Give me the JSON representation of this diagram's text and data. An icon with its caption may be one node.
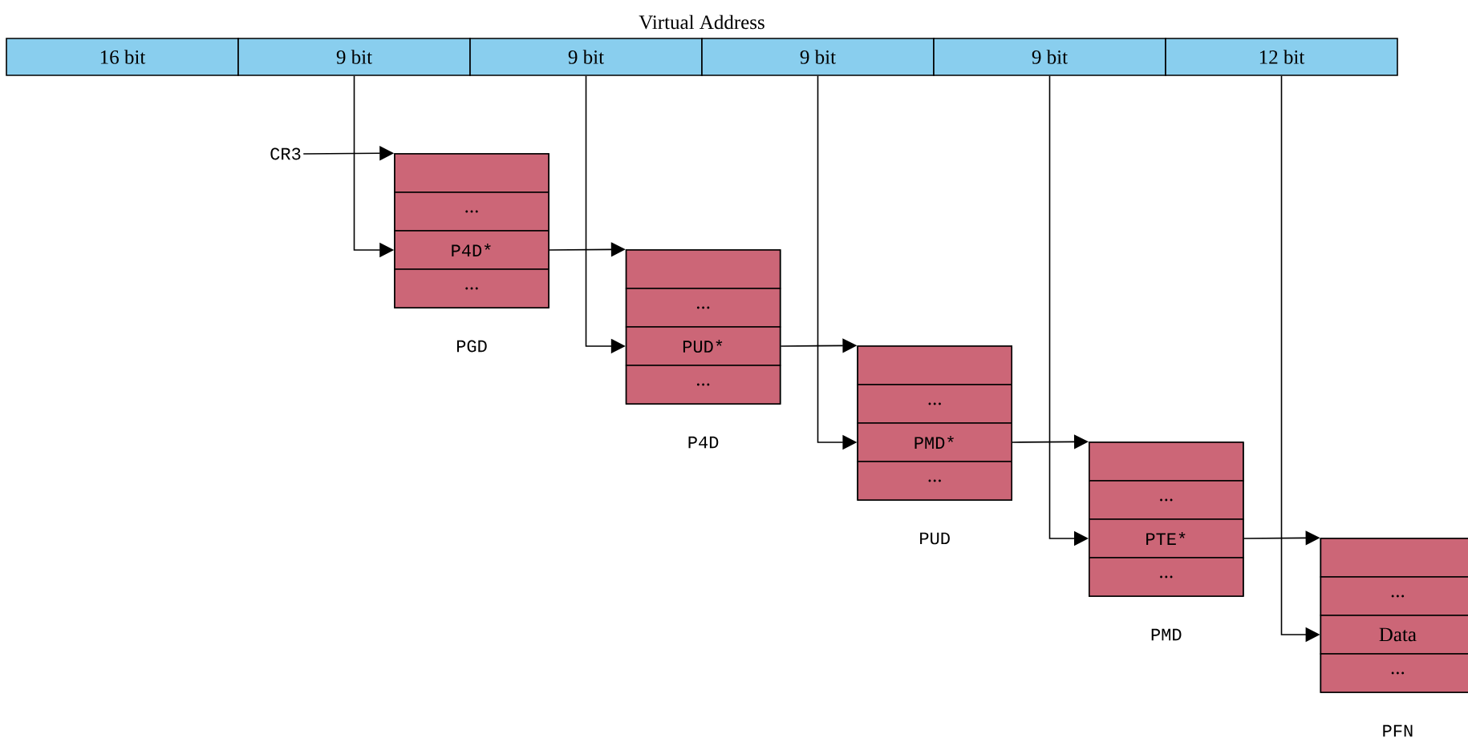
{
  "diagram": {
    "title": "Virtual Address",
    "nodes": [
      {
        "text": [
          "16 bit"
        ]
      },
      {
        "text": [
          "9 bit"
        ]
      },
      {
        "text": [
          "9 bit"
        ]
      },
      {
        "text": [
          "9 bit"
        ]
      },
      {
        "text": [
          "9 bit"
        ]
      },
      {
        "text": [
          "12 bit"
        ]
      },
      {
        "text": [
          "CR3"
        ]
      },
      {
        "text": [],
        "shape": "box",
        "beside": [
          "PGD"
        ]
      },
      {
        "text": [],
        "shape": "box",
        "in": 7
      },
      {
        "text": [
          "..."
        ],
        "in": 7
      },
      {
        "text": [
          "P4D*"
        ],
        "in": 7
      },
      {
        "text": [
          "..."
        ],
        "in": 7
      },
      {
        "text": [],
        "shape": "box",
        "beside": [
          "P4D"
        ]
      },
      {
        "text": [],
        "shape": "box",
        "in": 12
      },
      {
        "text": [
          "..."
        ],
        "in": 12
      },
      {
        "text": [
          "PUD*"
        ],
        "in": 12
      },
      {
        "text": [
          "..."
        ],
        "in": 12
      },
      {
        "text": [],
        "shape": "box",
        "beside": [
          "PUD"
        ]
      },
      {
        "text": [],
        "shape": "box",
        "in": 17
      },
      {
        "text": [
          "..."
        ],
        "in": 17
      },
      {
        "text": [
          "PMD*"
        ],
        "in": 17
      },
      {
        "text": [
          "..."
        ],
        "in": 17
      },
      {
        "text": [],
        "shape": "box",
        "beside": [
          "PMD"
        ]
      },
      {
        "text": [],
        "shape": "box",
        "in": 22
      },
      {
        "text": [
          "..."
        ],
        "in": 22
      },
      {
        "text": [
          "PTE*"
        ],
        "in": 22
      },
      {
        "text": [
          "..."
        ],
        "in": 22
      },
      {
        "text": [],
        "shape": "box",
        "beside": [
          "PFN"
        ]
      },
      {
        "text": [],
        "shape": "box",
        "in": 27
      },
      {
        "text": [
          "..."
        ],
        "in": 27
      },
      {
        "text": [
          "Data"
        ],
        "in": 27
      },
      {
        "text": [
          "..."
        ],
        "in": 27
      }
    ],
    "edges": [
      {
        "from": 6,
        "to": 7,
        "arrow": "to"
      },
      {
        "from": 1,
        "to": 10,
        "arrow": "to"
      },
      {
        "from": 10,
        "to": 12,
        "arrow": "to"
      },
      {
        "from": 2,
        "to": 15,
        "arrow": "to"
      },
      {
        "from": 15,
        "to": 17,
        "arrow": "to"
      },
      {
        "from": 3,
        "to": 20,
        "arrow": "to"
      },
      {
        "from": 20,
        "to": 22,
        "arrow": "to"
      },
      {
        "from": 4,
        "to": 25,
        "arrow": "to"
      },
      {
        "from": 25,
        "to": 27,
        "arrow": "to"
      },
      {
        "from": 5,
        "to": 30,
        "arrow": "to"
      }
    ]
  }
}
